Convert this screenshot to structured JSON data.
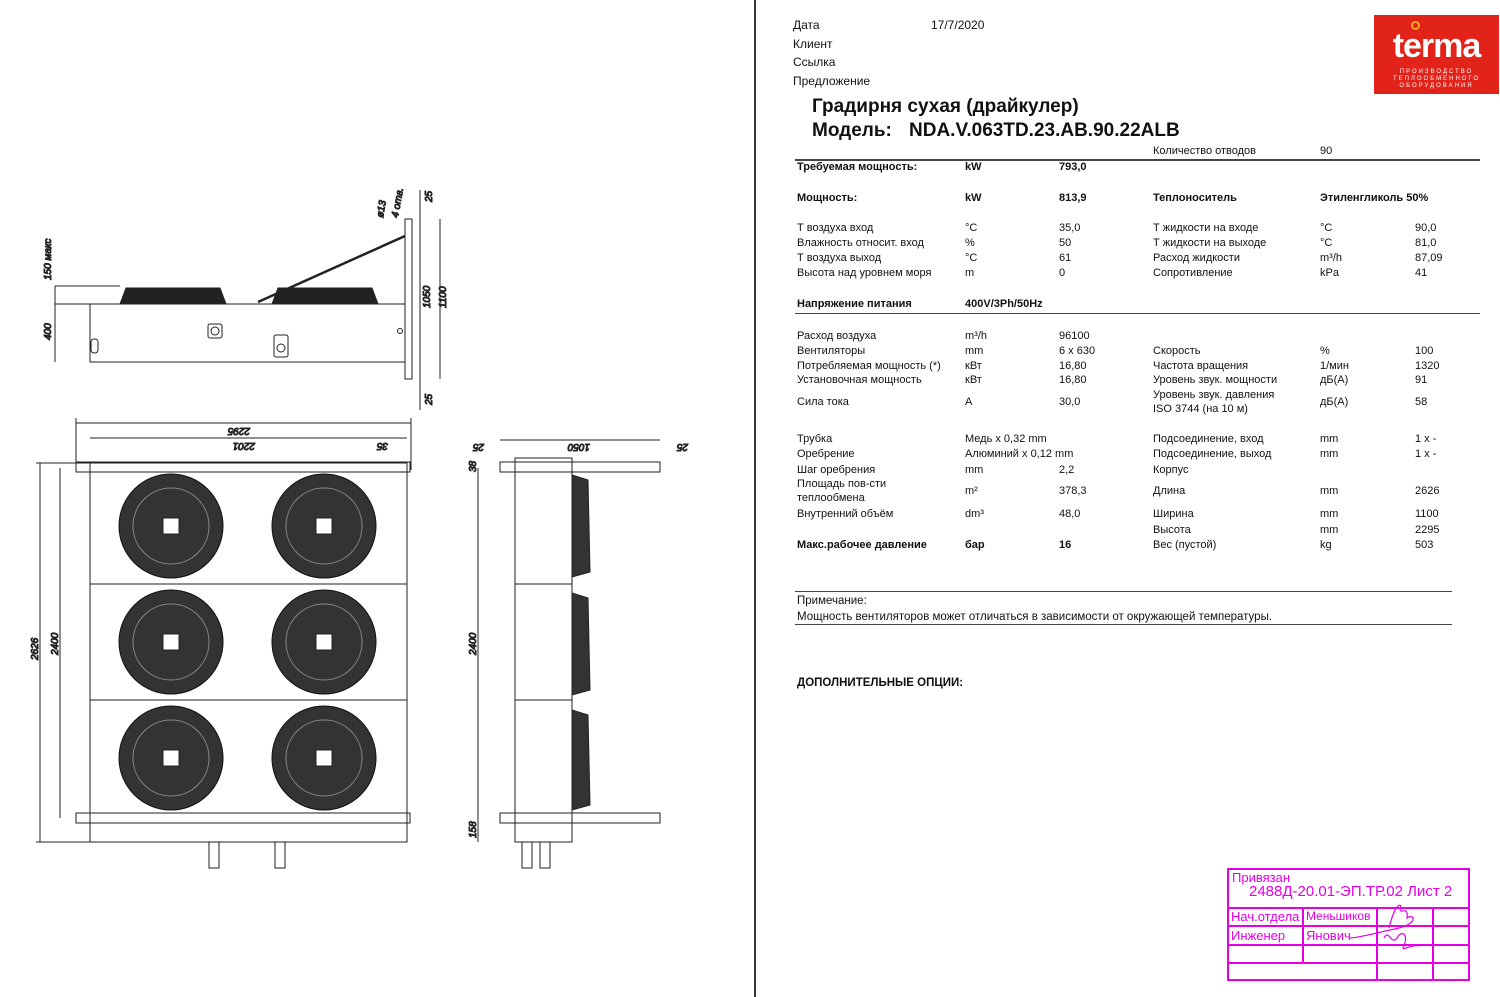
{
  "header": {
    "date_label": "Дата",
    "date_value": "17/7/2020",
    "client_label": "Клиент",
    "ref_label": "Ссылка",
    "offer_label": "Предложение"
  },
  "title": {
    "line1": "Градирня сухая (драйкулер)",
    "model_label": "Модель:",
    "model_value": "NDA.V.063TD.23.AB.90.22ALB"
  },
  "logo": {
    "word": "terma",
    "subtitle": "ПРОИЗВОДСТВО ТЕПЛООБМЕННОГО ОБОРУДОВАНИЯ",
    "color": "#e2231a"
  },
  "left_rows": [
    {
      "label": "Требуемая мощность:",
      "unit": "kW",
      "value": "793,0",
      "bold": true
    },
    {
      "label": "Мощность:",
      "unit": "kW",
      "value": "813,9",
      "bold": true
    },
    {
      "label": "Т воздуха вход",
      "unit": "°C",
      "value": "35,0"
    },
    {
      "label": "Влажность относит. вход",
      "unit": "%",
      "value": "50"
    },
    {
      "label": "Т воздуха выход",
      "unit": "°C",
      "value": "61"
    },
    {
      "label": "Высота над уровнем моря",
      "unit": "m",
      "value": "0"
    },
    {
      "label": "Напряжение питания",
      "unit": "400V/3Ph/50Hz",
      "value": "",
      "bold": true
    },
    {
      "label": "Расход воздуха",
      "unit": "m³/h",
      "value": "96100"
    },
    {
      "label": "Вентиляторы",
      "unit": "mm",
      "value": "6 x 630"
    },
    {
      "label": "Потребляемая мощность (*)",
      "unit": "кВт",
      "value": "16,80"
    },
    {
      "label": "Установочная мощность",
      "unit": "кВт",
      "value": "16,80"
    },
    {
      "label": "Сила тока",
      "unit": "A",
      "value": "30,0"
    },
    {
      "label": "Трубка",
      "unit": "Медь x 0,32 mm",
      "value": ""
    },
    {
      "label": "Оребрение",
      "unit": "Алюминий x 0,12 mm",
      "value": ""
    },
    {
      "label": "Шаг оребрения",
      "unit": "mm",
      "value": "2,2"
    },
    {
      "label": "Площадь пов-сти\nтеплообмена",
      "unit": "m²",
      "value": "378,3"
    },
    {
      "label": "Внутренний объём",
      "unit": "dm³",
      "value": "48,0"
    },
    {
      "label": "Макс.рабочее давление",
      "unit": "бар",
      "value": "16",
      "bold": true
    }
  ],
  "right_rows": [
    {
      "label": "Количество отводов",
      "unit": "90",
      "value": ""
    },
    {
      "label": "Теплоноситель",
      "unit": "Этиленгликоль 50%",
      "value": "",
      "bold": true
    },
    {
      "label": "Т жидкости на входе",
      "unit": "°C",
      "value": "90,0"
    },
    {
      "label": "Т жидкости на выходе",
      "unit": "°C",
      "value": "81,0"
    },
    {
      "label": "Расход жидкости",
      "unit": "m³/h",
      "value": "87,09"
    },
    {
      "label": "Сопротивление",
      "unit": "kPa",
      "value": "41"
    },
    {
      "label": "Скорость",
      "unit": "%",
      "value": "100"
    },
    {
      "label": "Частота вращения",
      "unit": "1/мин",
      "value": "1320"
    },
    {
      "label": "Уровень звук. мощности",
      "unit": "дБ(А)",
      "value": "91"
    },
    {
      "label": "Уровень звук. давления\nISO 3744 (на 10 м)",
      "unit": "дБ(А)",
      "value": "58"
    },
    {
      "label": "Подсоединение, вход",
      "unit": "mm",
      "value": "1 x -"
    },
    {
      "label": "Подсоединение, выход",
      "unit": "mm",
      "value": "1 x -"
    },
    {
      "label": "Корпус",
      "unit": "",
      "value": ""
    },
    {
      "label": "Длина",
      "unit": "mm",
      "value": "2626"
    },
    {
      "label": "Ширина",
      "unit": "mm",
      "value": "1100"
    },
    {
      "label": "Высота",
      "unit": "mm",
      "value": "2295"
    },
    {
      "label": "Вес (пустой)",
      "unit": "kg",
      "value": "503"
    }
  ],
  "note": {
    "label": "Примечание:",
    "text": "Мощность вентиляторов может отличаться в зависимости от окружающей температуры."
  },
  "options_title": "ДОПОЛНИТЕЛЬНЫЕ ОПЦИИ:",
  "drawing": {
    "d150": "150 макс",
    "d400": "400",
    "d13": "ø13",
    "d4": "4 отв.",
    "d25a": "25",
    "d25b": "25",
    "d1050v": "1050",
    "d1100": "1100",
    "d2295": "2295",
    "d2201": "2201",
    "d35": "35",
    "d2626": "2626",
    "d2400": "2400",
    "d25c": "25",
    "d1050": "1050",
    "d25d": "25",
    "d38": "38",
    "d2400b": "2400",
    "d158": "158"
  },
  "stamp": {
    "linked": "Привязан",
    "code": "2488Д-20.01-ЭП.ТР.02 Лист 2",
    "role1": "Нач.отдела",
    "name1": "Меньшиков",
    "role2": "Инженер",
    "name2": "Янович",
    "color": "#e600e6"
  }
}
